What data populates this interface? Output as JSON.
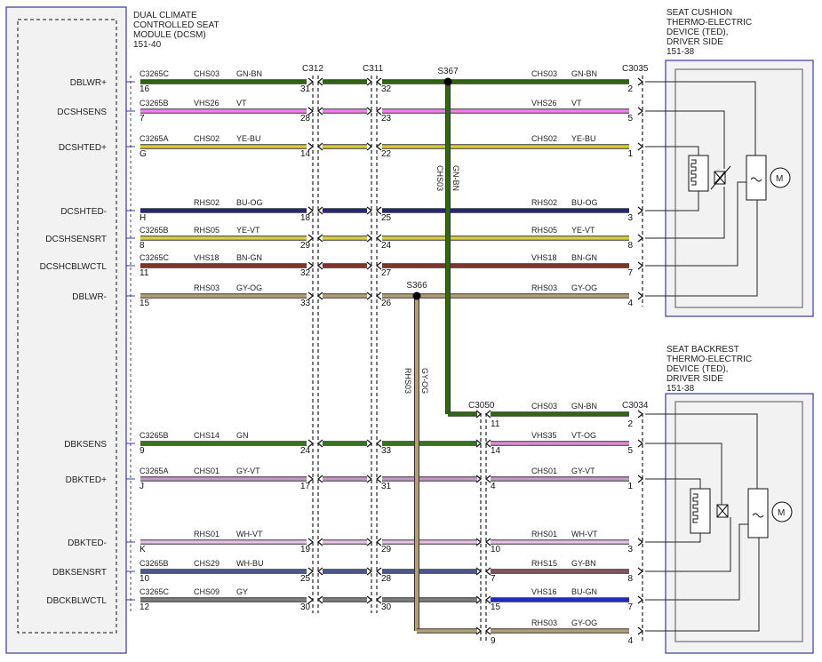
{
  "modules": {
    "dcsm": {
      "title_lines": [
        "DUAL CLIMATE",
        "CONTROLLED SEAT",
        "MODULE (DCSM)",
        "151-40"
      ]
    },
    "cushion": {
      "title_lines": [
        "SEAT CUSHION",
        "THERMO-ELECTRIC",
        "DEVICE (TED),",
        "DRIVER SIDE",
        "151-38"
      ]
    },
    "backrest": {
      "title_lines": [
        "SEAT BACKREST",
        "THERMO-ELECTRIC",
        "DEVICE (TED),",
        "DRIVER SIDE",
        "151-38"
      ]
    }
  },
  "connectors": {
    "c312": "C312",
    "c311": "C311",
    "c3035": "C3035",
    "c3050": "C3050",
    "c3034": "C3034"
  },
  "splices": [
    {
      "label": "S367",
      "wire": "CHS03",
      "color": "GN-BN"
    },
    {
      "label": "S366",
      "wire": "RHS03",
      "color": "GY-OG"
    }
  ],
  "motor_label": "M",
  "colors": {
    "GN-BN": "#2e6b10",
    "VT": "#ee82ee",
    "YE-BU": "#d8cf2a",
    "BU-OG": "#23238e",
    "YE-VT": "#dcd23c",
    "BN-GN": "#8b3426",
    "GY-OG": "#b89f72",
    "GN": "#2f7d1e",
    "VT-OG": "#e48ad8",
    "GY-VT": "#c898c8",
    "WH-VT": "#e8c0e8",
    "WH-BU": "#4a5aa0",
    "GY-BN": "#8a5560",
    "GY": "#7f7f7f",
    "BU-GN": "#1c2ccc"
  },
  "circuits": [
    {
      "name": "DBLWR+",
      "conn_left": "C3265C",
      "pin_left": "16",
      "w1": "CHS03",
      "c1": "GN-BN",
      "p312": "31",
      "p311": "32",
      "w2": "CHS03",
      "c2": "GN-BN",
      "p_end": "2"
    },
    {
      "name": "DCSHSENS",
      "conn_left": "C3265B",
      "pin_left": "7",
      "w1": "VHS26",
      "c1": "VT",
      "p312": "28",
      "p311": "23",
      "w2": "VHS26",
      "c2": "VT",
      "p_end": "5"
    },
    {
      "name": "DCSHTED+",
      "conn_left": "C3265A",
      "pin_left": "G",
      "w1": "CHS02",
      "c1": "YE-BU",
      "p312": "14",
      "p311": "22",
      "w2": "CHS02",
      "c2": "YE-BU",
      "p_end": "1"
    },
    {
      "name": "DCSHTED-",
      "conn_left": "",
      "pin_left": "H",
      "w1": "RHS02",
      "c1": "BU-OG",
      "p312": "18",
      "p311": "25",
      "w2": "RHS02",
      "c2": "BU-OG",
      "p_end": "3"
    },
    {
      "name": "DCSHSENSRT",
      "conn_left": "C3265B",
      "pin_left": "8",
      "w1": "RHS05",
      "c1": "YE-VT",
      "p312": "29",
      "p311": "24",
      "w2": "RHS05",
      "c2": "YE-VT",
      "p_end": "8"
    },
    {
      "name": "DCSHCBLWCTL",
      "conn_left": "C3265C",
      "pin_left": "11",
      "w1": "VHS18",
      "c1": "BN-GN",
      "p312": "32",
      "p311": "27",
      "w2": "VHS18",
      "c2": "BN-GN",
      "p_end": "7"
    },
    {
      "name": "DBLWR-",
      "conn_left": "",
      "pin_left": "15",
      "w1": "RHS03",
      "c1": "GY-OG",
      "p312": "33",
      "p311": "26",
      "w2": "RHS03",
      "c2": "GY-OG",
      "p_end": "4"
    },
    {
      "name": "DBKSENS",
      "conn_left": "C3265B",
      "pin_left": "9",
      "w1": "CHS14",
      "c1": "GN",
      "p312": "24",
      "p311": "33",
      "p3050": "14",
      "w2": "VHS35",
      "c2": "VT-OG",
      "p_end": "5"
    },
    {
      "name": "DBKTED+",
      "conn_left": "C3265A",
      "pin_left": "J",
      "w1": "CHS01",
      "c1": "GY-VT",
      "p312": "17",
      "p311": "31",
      "p3050": "4",
      "w2": "CHS01",
      "c2": "GY-VT",
      "p_end": "1"
    },
    {
      "name": "DBKTED-",
      "conn_left": "",
      "pin_left": "K",
      "w1": "RHS01",
      "c1": "WH-VT",
      "p312": "19",
      "p311": "29",
      "p3050": "10",
      "w2": "RHS01",
      "c2": "WH-VT",
      "p_end": "3"
    },
    {
      "name": "DBKSENSRT",
      "conn_left": "C3265B",
      "pin_left": "10",
      "w1": "CHS29",
      "c1": "WH-BU",
      "p312": "25",
      "p311": "28",
      "p3050": "7",
      "w2": "RHS15",
      "c2": "GY-BN",
      "p_end": "8"
    },
    {
      "name": "DBCKBLWCTL",
      "conn_left": "C3265C",
      "pin_left": "12",
      "w1": "CHS09",
      "c1": "GY",
      "p312": "30",
      "p311": "30",
      "p3050": "15",
      "w2": "VHS16",
      "c2": "BU-GN",
      "p_end": "7"
    }
  ],
  "branch_top": {
    "pin3050": "11",
    "w": "CHS03",
    "c": "GN-BN",
    "p_end": "2"
  },
  "branch_bottom": {
    "pin3050": "9",
    "w": "RHS03",
    "c": "GY-OG",
    "p_end": "4"
  }
}
